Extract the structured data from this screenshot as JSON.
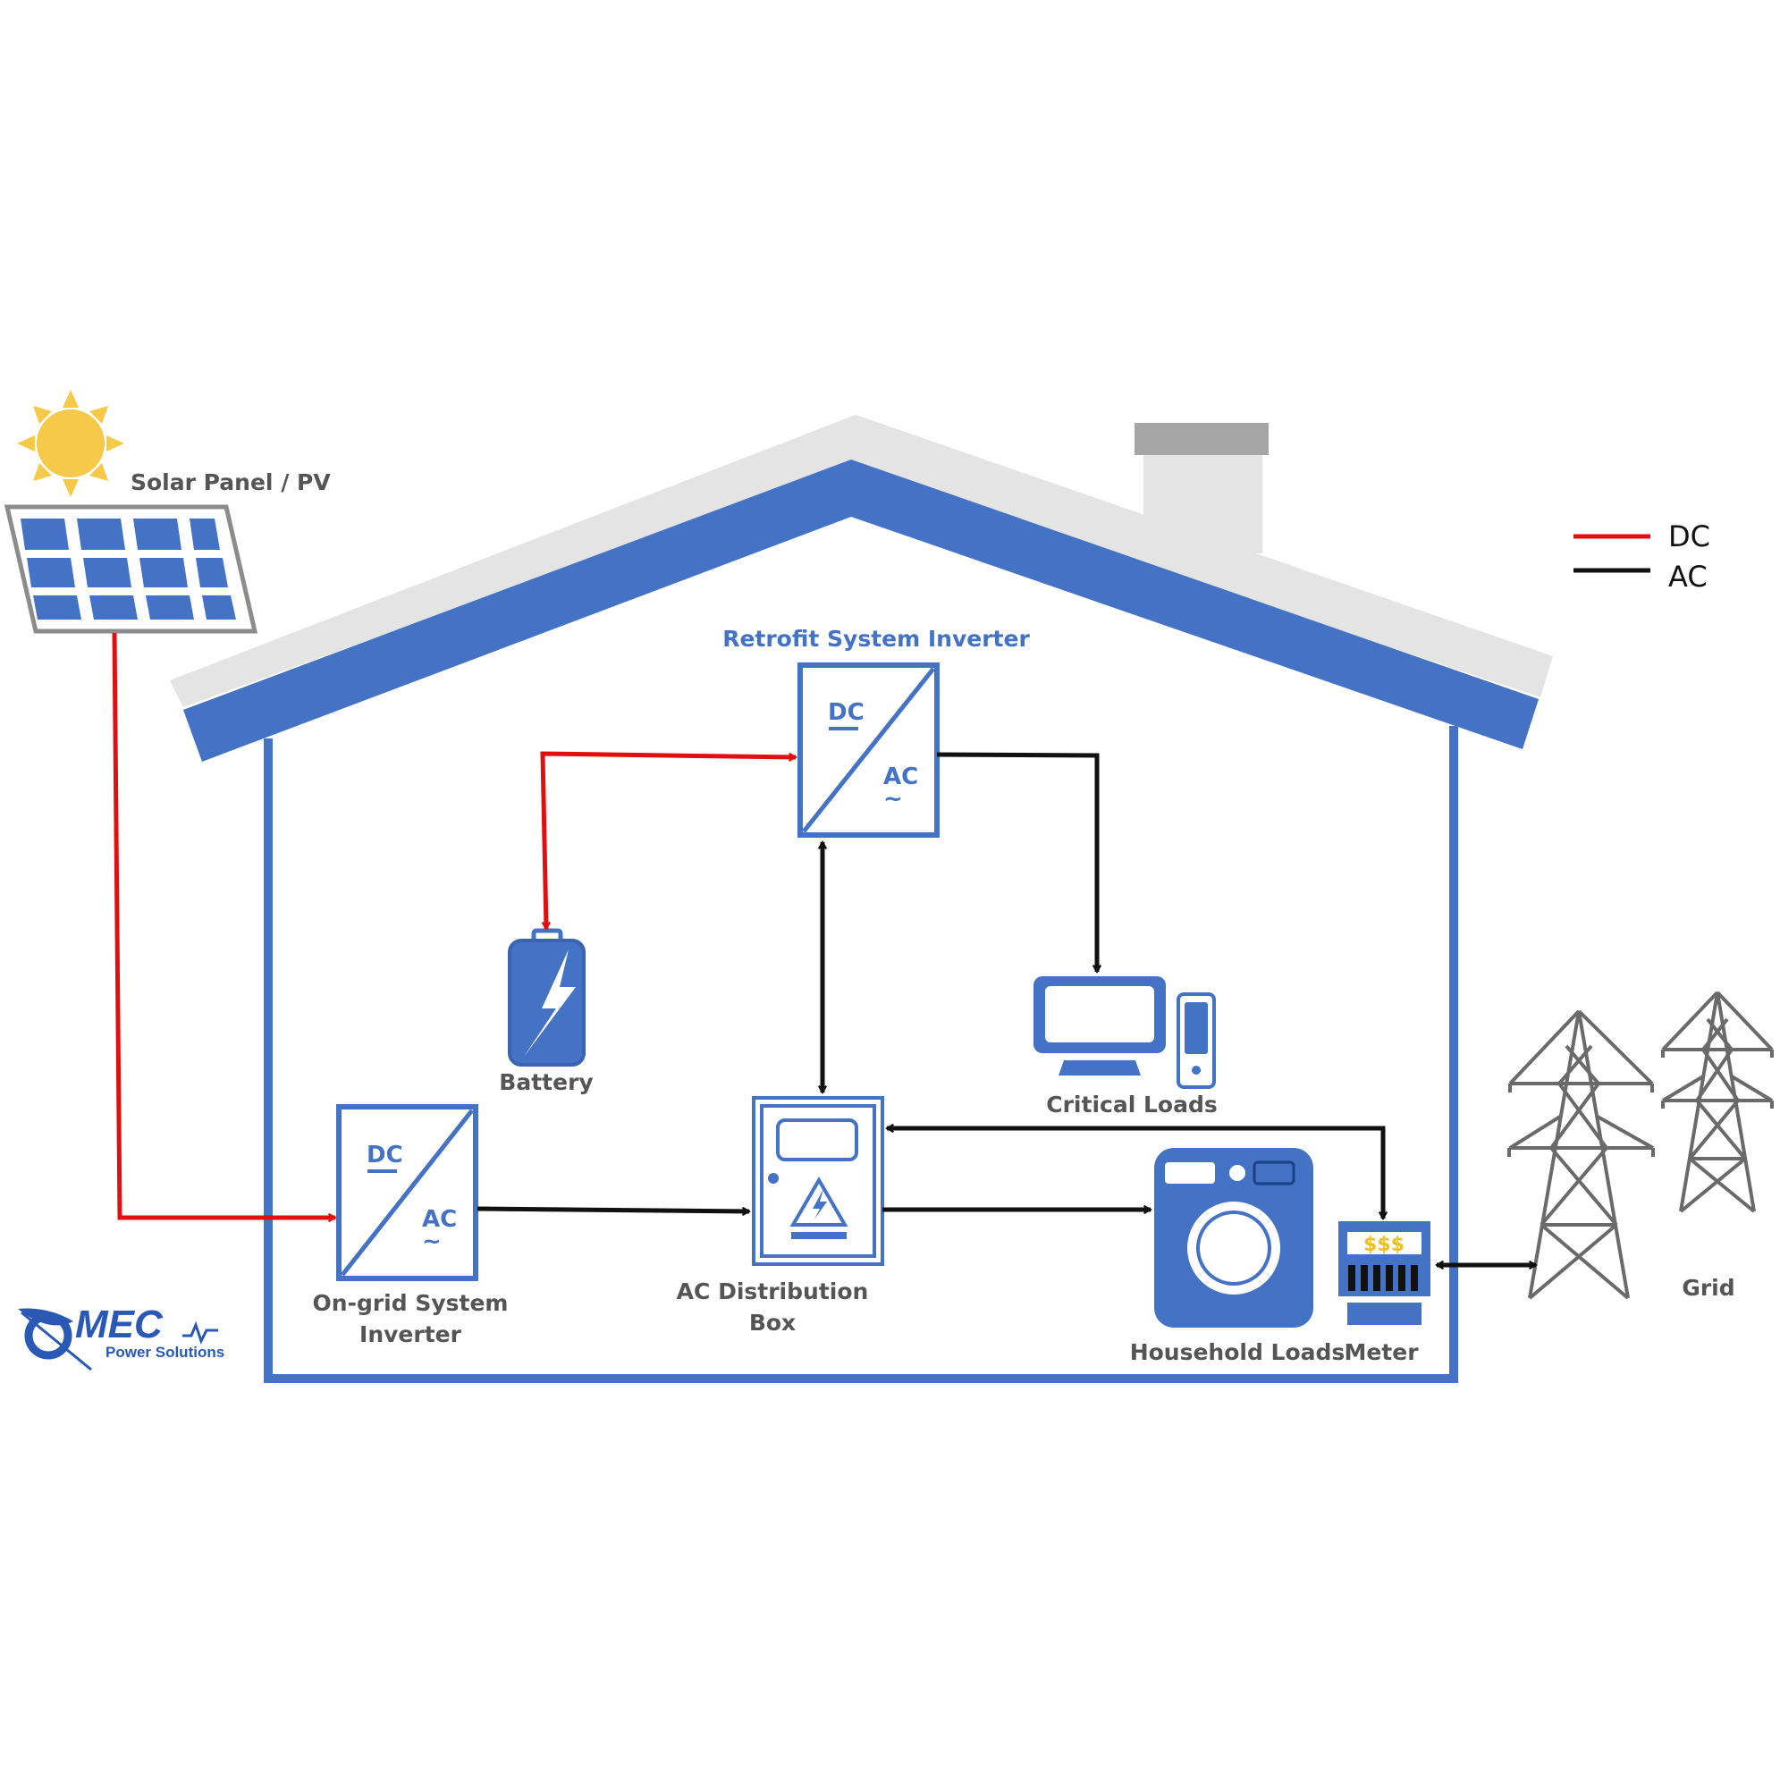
{
  "labels": {
    "solar_panel": "Solar Panel / PV",
    "retrofit_inverter": "Retrofit System Inverter",
    "battery": "Battery",
    "critical_loads": "Critical Loads",
    "ongrid_inverter_line1": "On-grid System",
    "ongrid_inverter_line2": "Inverter",
    "ac_box_line1": "AC Distribution",
    "ac_box_line2": "Box",
    "household_loads": "Household Loads",
    "meter": "Meter",
    "grid": "Grid"
  },
  "inverter_symbol": {
    "dc": "DC",
    "ac": "AC",
    "ac_wave": "~"
  },
  "meter_display": "$$$",
  "legend": [
    {
      "label": "DC",
      "color": "#e01010"
    },
    {
      "label": "AC",
      "color": "#111111"
    }
  ],
  "logo": {
    "name": "MEC",
    "tagline": "Power Solutions"
  },
  "colors": {
    "house_blue": "#4472c4",
    "roof_grey": "#e4e4e4",
    "chimney_top": "#a6a6a6",
    "dc_line": "#e01010",
    "ac_line": "#111111",
    "tower_grey": "#6a6a6a",
    "sun": "#f7c948"
  }
}
